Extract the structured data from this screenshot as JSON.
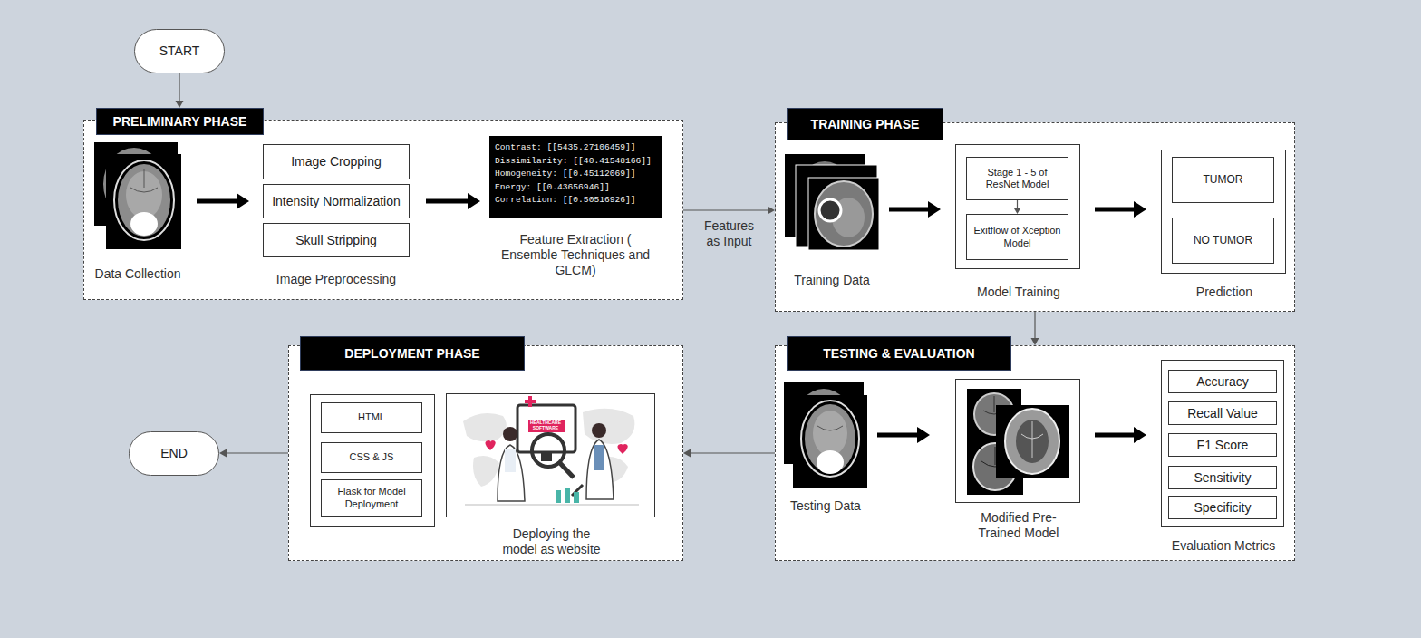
{
  "diagram": {
    "nodes": [
      {
        "text": [
          "START"
        ]
      },
      {
        "text": [
          "PRELIMINARY PHASE"
        ]
      },
      {
        "text": [
          "Data Collection"
        ],
        "in": 1
      },
      {
        "text": [
          "Image Cropping"
        ],
        "in": 1
      },
      {
        "text": [
          "Intensity Normalization"
        ],
        "in": 1
      },
      {
        "text": [
          "Skull Stripping"
        ],
        "in": 1
      },
      {
        "text": [
          "Contrast: [[5435.27106459]]",
          "Dissimilarity: [[40.41548166]]",
          "Homogeneity: [[0.45112069]]",
          "Energy: [[0.43656946]]",
          "Correlation: [[0.50516926]]",
          "Feature Extraction ( Ensemble Techniques and GLCM)"
        ],
        "in": 1
      },
      {
        "text": [
          "TRAINING PHASE"
        ]
      },
      {
        "text": [
          "Training Data"
        ],
        "in": 7
      },
      {
        "text": [
          "Model Training"
        ],
        "in": 7
      },
      {
        "text": [
          "Stage 1 - 5 of ResNet Model"
        ],
        "in": 9
      },
      {
        "text": [
          "Exitflow of Xception Model"
        ],
        "in": 9
      },
      {
        "text": [
          "Prediction"
        ],
        "in": 7
      },
      {
        "text": [
          "TUMOR"
        ],
        "in": 12
      },
      {
        "text": [
          "NO TUMOR"
        ],
        "in": 12
      },
      {
        "text": [
          "TESTING & EVALUATION"
        ]
      },
      {
        "text": [
          "Testing Data"
        ],
        "in": 15
      },
      {
        "text": [
          "Modified Pre-Trained Model"
        ],
        "in": 15
      },
      {
        "text": [
          "Evaluation Metrics"
        ],
        "in": 15
      },
      {
        "text": [
          "Accuracy"
        ],
        "in": 18
      },
      {
        "text": [
          "Recall Value"
        ],
        "in": 18
      },
      {
        "text": [
          "F1 Score"
        ],
        "in": 18
      },
      {
        "text": [
          "Sensitivity"
        ],
        "in": 18
      },
      {
        "text": [
          "Specificity"
        ],
        "in": 18
      },
      {
        "text": [
          "DEPLOYMENT PHASE"
        ]
      },
      {
        "text": [
          "HTML"
        ],
        "in": 24
      },
      {
        "text": [
          "CSS & JS"
        ],
        "in": 24
      },
      {
        "text": [
          "Flask for Model Deployment"
        ],
        "in": 24
      },
      {
        "text": [
          "Deploying the model as website"
        ],
        "in": 24
      },
      {
        "text": [
          "END"
        ]
      }
    ],
    "edges": [
      {
        "from": 0,
        "to": 1,
        "arrow": "to"
      },
      {
        "from": 2,
        "to": 4,
        "arrow": "to"
      },
      {
        "from": 4,
        "to": 6,
        "arrow": "to"
      },
      {
        "from": 1,
        "to": 7,
        "label": "Features as Input",
        "arrow": "to"
      },
      {
        "from": 8,
        "to": 9,
        "arrow": "to"
      },
      {
        "from": 10,
        "to": 11,
        "arrow": "to"
      },
      {
        "from": 9,
        "to": 12,
        "arrow": "to"
      },
      {
        "from": 7,
        "to": 15,
        "arrow": "to"
      },
      {
        "from": 16,
        "to": 17,
        "arrow": "to"
      },
      {
        "from": 17,
        "to": 18,
        "arrow": "to"
      },
      {
        "from": 15,
        "to": 24,
        "arrow": "to"
      },
      {
        "from": 24,
        "to": 29,
        "arrow": "to"
      }
    ],
    "labels": [
      "Image Preprocessing",
      "HEALTHCARE SOFTWARE"
    ]
  }
}
